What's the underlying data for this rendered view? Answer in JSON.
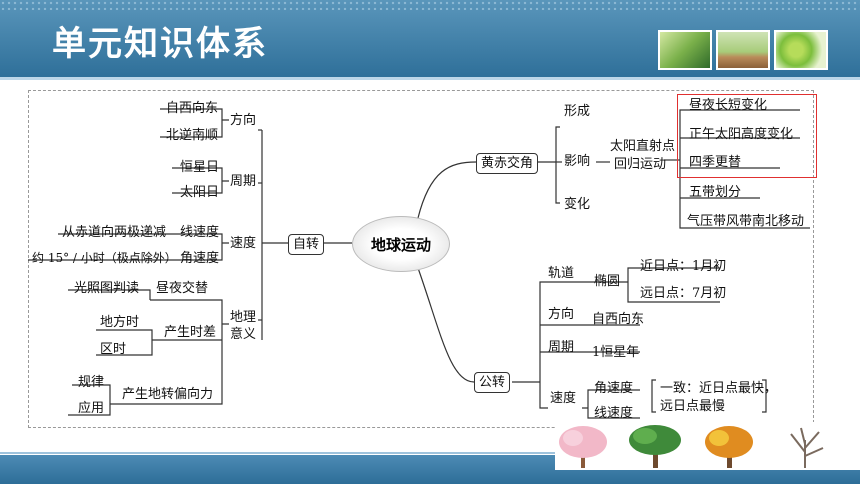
{
  "header": {
    "title": "单元知识体系"
  },
  "center": "地球运动",
  "rotation": {
    "label": "自转",
    "direction": {
      "label": "方向",
      "items": [
        "自西向东",
        "北逆南顺"
      ]
    },
    "period": {
      "label": "周期",
      "items": [
        "恒星日",
        "太阳日"
      ]
    },
    "speed": {
      "label": "速度",
      "linear": "线速度",
      "linear_desc": "从赤道向两极递减",
      "angular": "角速度",
      "angular_desc": "约 15° / 小时（极点除外）"
    },
    "geo": {
      "label": "地理意义",
      "daynight": "昼夜交替",
      "daynight_desc": "光照图判读",
      "time": "产生时差",
      "time_items": [
        "地方时",
        "区时"
      ],
      "deflection": "产生地转偏向力",
      "deflection_items": [
        "规律",
        "应用"
      ]
    }
  },
  "revolution": {
    "label": "公转",
    "orbit": {
      "label": "轨道",
      "shape": "椭圆",
      "perihelion": "近日点：1月初",
      "aphelion": "远日点：7月初"
    },
    "direction": {
      "label": "方向",
      "value": "自西向东"
    },
    "period": {
      "label": "周期",
      "value": "1恒星年"
    },
    "speed": {
      "label": "速度",
      "items": [
        "角速度",
        "线速度"
      ],
      "note_line1": "一致：近日点最快，",
      "note_line2": "远日点最慢"
    }
  },
  "obliquity": {
    "label": "黄赤交角",
    "formation": "形成",
    "influence": "影响",
    "change": "变化",
    "subsolar": [
      "太阳直射点",
      "回归运动"
    ],
    "effects": [
      "昼夜长短变化",
      "正午太阳高度变化",
      "四季更替",
      "五带划分",
      "气压带风带南北移动"
    ]
  },
  "icons": [
    "plant-photo-icon",
    "sprout-photo-icon",
    "leaf-photo-icon",
    "spring-tree-icon",
    "summer-tree-icon",
    "autumn-tree-icon",
    "winter-tree-icon"
  ]
}
